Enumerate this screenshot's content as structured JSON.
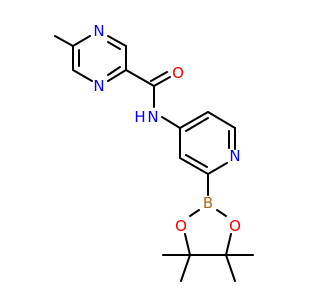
{
  "diagram": {
    "type": "structural-formula",
    "colors": {
      "bond": "#000000",
      "N": "#0000ff",
      "O": "#ff0000",
      "B": "#b5651d",
      "background": "#ffffff"
    },
    "atoms": {
      "n_pyrazine_top": "N",
      "n_pyrazine_bottom": "N",
      "o_carbonyl": "O",
      "nh_amide": "N",
      "h_amide": "H",
      "n_pyridine": "N",
      "boron": "B",
      "o_ring_left": "O",
      "o_ring_right": "O"
    }
  }
}
